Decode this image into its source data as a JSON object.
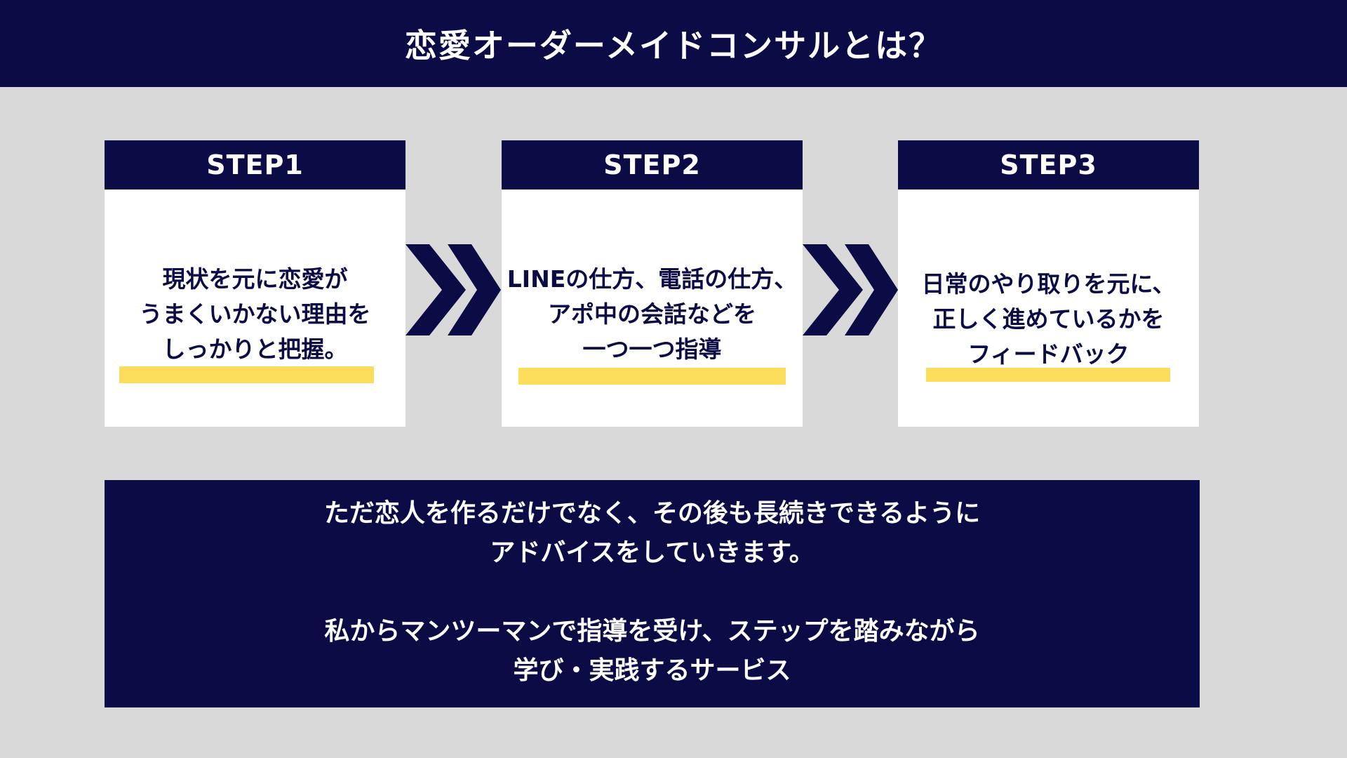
{
  "title": "恋愛オーダーメイドコンサルとは？",
  "steps": [
    {
      "label": "STEP1",
      "lines": [
        "現状を元に恋愛が",
        "うまくいかない理由を",
        "しっかりと把握。"
      ]
    },
    {
      "label": "STEP2",
      "lines": [
        "LINEの仕方、電話の仕方、",
        "アポ中の会話などを",
        "一つ一つ指導"
      ]
    },
    {
      "label": "STEP3",
      "lines": [
        "日常のやり取りを元に、",
        "正しく進めているかを",
        "フィードバック"
      ]
    }
  ],
  "description": {
    "paragraph1": [
      "ただ恋人を作るだけでなく、その後も長続きできるように",
      "アドバイスをしていきます。"
    ],
    "paragraph2": [
      "私からマンツーマンで指導を受け、ステップを踏みながら",
      "学び・実践するサービス"
    ]
  },
  "colors": {
    "navy": "#0b0b45",
    "highlight_yellow": "#fcdc5b",
    "background_gray": "#d9d9d9",
    "card_white": "#ffffff"
  },
  "icons": [
    "double-chevron-right-icon",
    "double-chevron-right-icon"
  ]
}
